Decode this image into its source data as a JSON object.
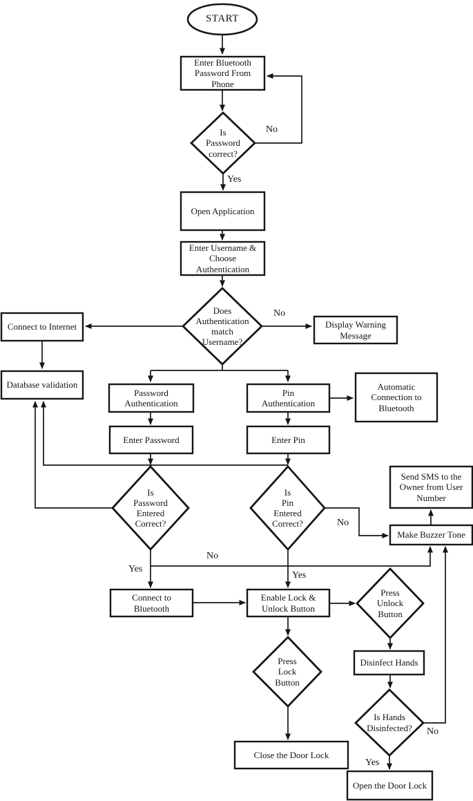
{
  "figure": {
    "background": "#ffffff",
    "line_color": "#161616",
    "type": "flowchart"
  },
  "nodes": {
    "start": {
      "label": "START",
      "shape": "ellipse"
    },
    "enter_bluetooth_password": {
      "label": "Enter Bluetooth\nPassword From\nPhone",
      "shape": "process"
    },
    "is_password_correct": {
      "label": "Is\nPassword\ncorrect?",
      "shape": "decision"
    },
    "open_application": {
      "label": "Open Application",
      "shape": "process"
    },
    "enter_username": {
      "label": "Enter Username &\nChoose\nAuthentication",
      "shape": "process"
    },
    "does_authentication_match": {
      "label": "Does\nAuthentication\nmatch\nUsername?",
      "shape": "decision"
    },
    "connect_to_internet": {
      "label": "Connect to Internet",
      "shape": "process"
    },
    "display_warning": {
      "label": "Display Warning\nMessage",
      "shape": "process"
    },
    "database_validation": {
      "label": "Database validation",
      "shape": "process"
    },
    "password_authentication": {
      "label": "Password\nAuthentication",
      "shape": "process"
    },
    "pin_authentication": {
      "label": "Pin\nAuthentication",
      "shape": "process"
    },
    "automatic_connection": {
      "label": "Automatic\nConnection to\nBluetooth",
      "shape": "process"
    },
    "enter_password": {
      "label": "Enter Password",
      "shape": "process"
    },
    "enter_pin": {
      "label": "Enter Pin",
      "shape": "process"
    },
    "is_password_entered": {
      "label": "Is\nPassword\nEntered\nCorrect?",
      "shape": "decision"
    },
    "is_pin_entered": {
      "label": "Is\nPin\nEntered\nCorrect?",
      "shape": "decision"
    },
    "send_sms": {
      "label": "Send SMS to the\nOwner from User\nNumber",
      "shape": "process"
    },
    "make_buzzer_tone": {
      "label": "Make Buzzer Tone",
      "shape": "process"
    },
    "connect_to_bluetooth": {
      "label": "Connect to\nBluetooth",
      "shape": "process"
    },
    "enable_lock_unlock": {
      "label": "Enable Lock &\nUnlock Button",
      "shape": "process"
    },
    "press_unlock": {
      "label": "Press\nUnlock\nButton",
      "shape": "decision"
    },
    "disinfect_hands": {
      "label": "Disinfect Hands",
      "shape": "process"
    },
    "press_lock": {
      "label": "Press\nLock\nButton",
      "shape": "decision"
    },
    "is_hands_disinfected": {
      "label": "Is Hands\nDisinfected?",
      "shape": "decision"
    },
    "close_door_lock": {
      "label": "Close the Door Lock",
      "shape": "process"
    },
    "open_door_lock": {
      "label": "Open the Door Lock",
      "shape": "process"
    }
  },
  "edge_labels": {
    "password_correct_no": "No",
    "password_correct_yes": "Yes",
    "auth_match_no": "No",
    "password_entered_yes": "Yes",
    "password_entered_no": "No",
    "pin_entered_yes": "Yes",
    "pin_entered_no": "No",
    "hands_disinfected_no": "No",
    "hands_disinfected_yes": "Yes"
  }
}
